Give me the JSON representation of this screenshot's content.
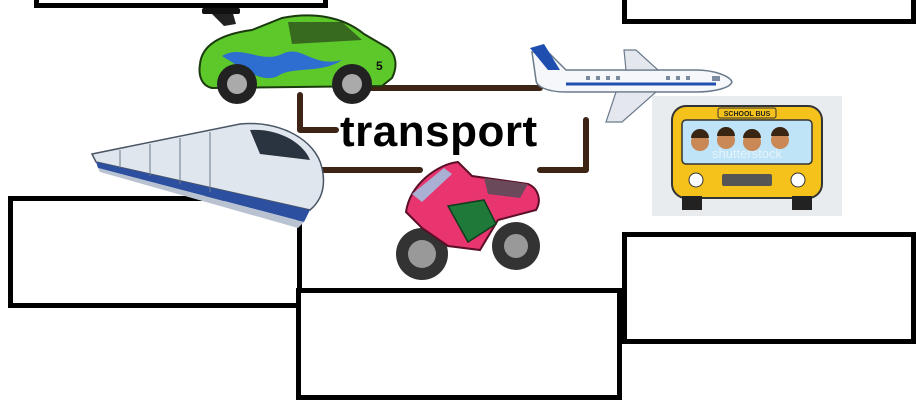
{
  "center_label": "transport",
  "pictures": {
    "car": "race car picture",
    "airplane": "airplane picture",
    "train": "bullet train picture",
    "bus": "school bus picture",
    "motorcycle": "motorcycle picture"
  },
  "bus_sign": "SCHOOL BUS",
  "bus_watermark": "shutterstock",
  "car_number": "5",
  "answer_boxes": [
    "",
    "",
    "",
    "",
    ""
  ],
  "colors": {
    "connector": "#3d2414",
    "box_border": "#000000",
    "car_body": "#5cc82a",
    "car_flame": "#2d6fd0",
    "bike_body": "#e8356f",
    "bus_body": "#f4c21a",
    "train_body": "#dfe6ee",
    "plane_stripe": "#1e4fb0"
  }
}
